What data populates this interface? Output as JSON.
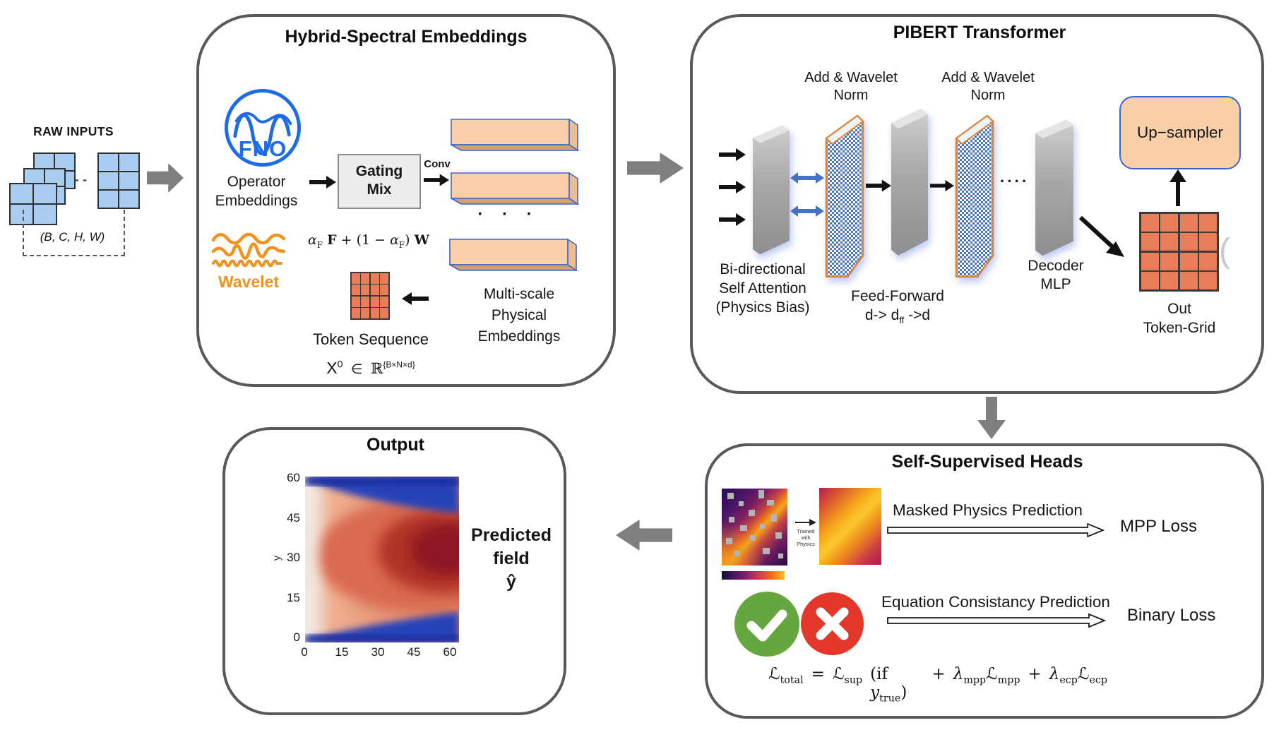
{
  "raw_inputs": {
    "title": "RAW INPUTS",
    "shape": "(B, C, H, W)",
    "stack_dashes": "- -"
  },
  "hybrid": {
    "title": "Hybrid-Spectral Embeddings",
    "fno_label": "FNO",
    "operator_line1": "Operator",
    "operator_line2": "Embeddings",
    "gating_line1": "Gating",
    "gating_line2": "Mix",
    "conv_label": "Conv",
    "dots": "· · ·",
    "wavelet_label": "Wavelet",
    "mix_formula": {
      "alpha": "α",
      "sub": "F",
      "bold_f": "F",
      "plus": "+ (1 − ",
      "close": ")",
      "bold_w": "W"
    },
    "token_seq_label": "Token Sequence",
    "token_eq": {
      "x": "X",
      "zero": "0",
      "elem": "∈",
      "reals": "ℝ",
      "dims": "{B×N×d}"
    },
    "multiscale_line1": "Multi-scale",
    "multiscale_line2": "Physical",
    "multiscale_line3": "Embeddings"
  },
  "pibert": {
    "title": "PIBERT Transformer",
    "addnorm_line1": "Add & Wavelet",
    "addnorm_line2": "Norm",
    "bidir_line1": "Bi-directional",
    "bidir_line2": "Self Attention",
    "bidir_line3": "(Physics Bias)",
    "ff_line1": "Feed-Forward",
    "ff_pre": "d-> d",
    "ff_sub": "ff",
    "ff_post": " ->d",
    "dots": "····",
    "decoder_line1": "Decoder",
    "decoder_line2": "MLP",
    "upsampler_label": "Up−sampler",
    "out_line1": "Out",
    "out_line2": "Token-Grid",
    "grid_bracket": "("
  },
  "selfsup": {
    "title": "Self-Supervised Heads",
    "trained_line1": "Trained",
    "trained_line2": "with",
    "trained_line3": "Physics",
    "mpp_label": "Masked Physics Prediction",
    "mpp_loss": "MPP Loss",
    "ecp_label": "Equation Consistancy Prediction",
    "binary_loss": "Binary Loss",
    "loss": {
      "L": "ℒ",
      "total": "total",
      "eq": "=",
      "sup": "sup",
      "if_open": "(if ",
      "y": "y",
      "true_sub": "true",
      "if_close": ")",
      "plus": "+",
      "lambda": "λ",
      "mpp": "mpp",
      "ecp": "ecp"
    }
  },
  "output": {
    "title": "Output",
    "pred_line1": "Predicted",
    "pred_line2": "field",
    "pred_line3": "ŷ",
    "plot": {
      "ylabel": "y",
      "yticks": [
        "60",
        "45",
        "30",
        "15",
        "0"
      ],
      "xticks": [
        "0",
        "15",
        "30",
        "45",
        "60"
      ],
      "xrange": [
        0,
        60
      ],
      "yrange": [
        0,
        60
      ]
    }
  },
  "colors": {
    "peach": "#f8cfa9",
    "blue_border": "#3a66c8",
    "fno_blue": "#1d6ce6",
    "wavelet_orange": "#f0921e",
    "box_border": "#595959",
    "gray_arrow": "#7f7f7f",
    "token_orange": "#e87d5c",
    "check_green": "#66a63e",
    "cross_red": "#e2372a"
  }
}
